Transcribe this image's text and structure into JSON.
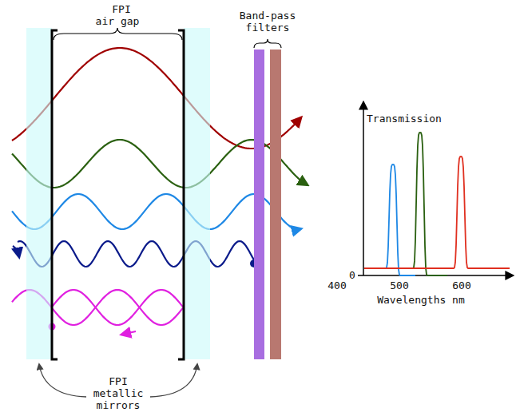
{
  "diagram": {
    "labels": [
      "FPI air gap",
      "Band-pass filters",
      "FPI metallic mirrors",
      "Transmission",
      "0",
      "400",
      "500",
      "600",
      "Wavelengths nm"
    ]
  }
}
